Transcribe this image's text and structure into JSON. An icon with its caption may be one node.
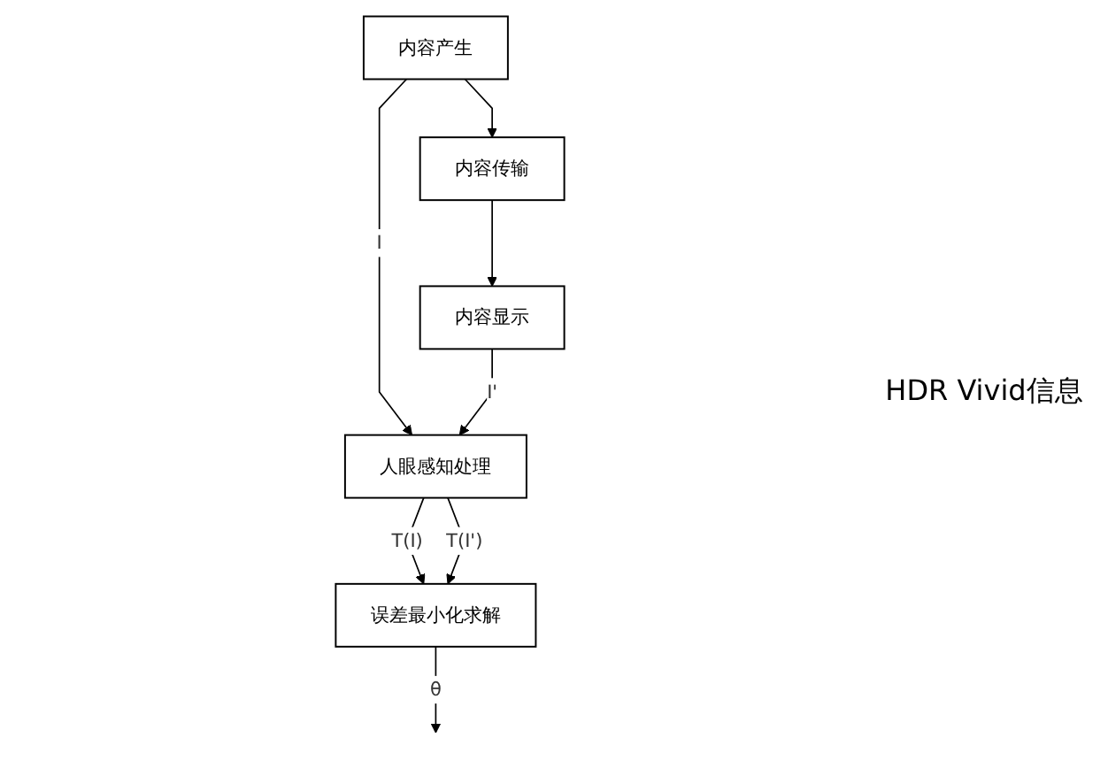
{
  "diagram": {
    "nodes": [
      {
        "text": [
          "内容产生"
        ]
      },
      {
        "text": [
          "内容传输"
        ]
      },
      {
        "text": [
          "内容显示"
        ]
      },
      {
        "text": [
          "人眼感知处理"
        ]
      },
      {
        "text": [
          "误差最小化求解"
        ]
      }
    ],
    "edges": [
      {
        "from": 0,
        "to": 1,
        "arrow": "to"
      },
      {
        "from": 1,
        "to": 2,
        "arrow": "to"
      },
      {
        "from": 0,
        "to": 3,
        "arrow": "to",
        "label": "I"
      },
      {
        "from": 2,
        "to": 3,
        "arrow": "to",
        "label": "I'"
      },
      {
        "from": 3,
        "to": 4,
        "arrow": "to",
        "label": "T(I)"
      },
      {
        "from": 3,
        "to": 4,
        "arrow": "to",
        "label": "T(I')"
      },
      {
        "from": 4,
        "to": null,
        "arrow": "to",
        "label": "θ"
      }
    ],
    "labels": [
      "HDR Vivid信息"
    ]
  }
}
